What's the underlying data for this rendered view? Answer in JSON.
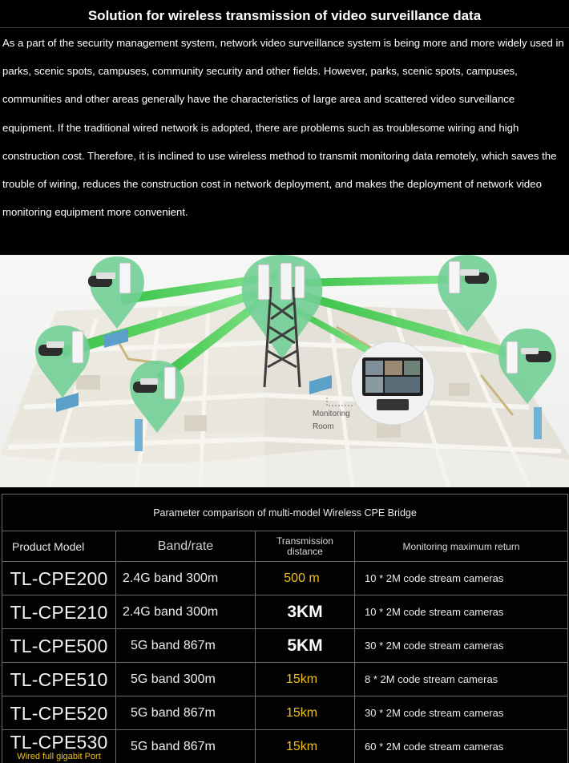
{
  "intro": {
    "title": "Solution for wireless transmission of video surveillance data",
    "body": "As a part of the security management system, network video surveillance system is being more and more widely used in parks, scenic spots, campuses, community security and other fields. However, parks, scenic spots, campuses, communities and other areas generally have the characteristics of large area and scattered video surveillance equipment. If the traditional wired network is adopted, there are problems such as troublesome wiring and high construction cost. Therefore, it is inclined to use wireless method to transmit monitoring data remotely, which saves the trouble of wiring, reduces the construction cost in network deployment, and makes the deployment of network video monitoring equipment more convenient."
  },
  "illustration": {
    "label_line1": "Monitoring",
    "label_line2": "Room",
    "icons": [
      "map-icon",
      "transmission-tower-icon",
      "cpe-bridge-icon",
      "camera-icon",
      "monitor-icon",
      "building-icon"
    ],
    "colors": {
      "link": "#3fcf4a",
      "pin": "#62c98a",
      "map": "#e9e6df"
    }
  },
  "table": {
    "caption": "Parameter comparison of multi-model Wireless CPE Bridge",
    "headers": {
      "model": "Product Model",
      "band": "Band/rate",
      "distance_line1": "Transmission",
      "distance_line2": "distance",
      "monitor": "Monitoring maximum return"
    },
    "rows": [
      {
        "model": "TL-CPE200",
        "band": "2.4G band 300m",
        "distance": "500 m",
        "monitor": "10 * 2M code stream cameras"
      },
      {
        "model": "TL-CPE210",
        "band": "2.4G band 300m",
        "distance": "3KM",
        "monitor": "10 * 2M code stream cameras"
      },
      {
        "model": "TL-CPE500",
        "band": "5G band 867m",
        "distance": "5KM",
        "monitor": "30 * 2M code stream cameras"
      },
      {
        "model": "TL-CPE510",
        "band": "5G band 300m",
        "distance": "15km",
        "monitor": "8 * 2M code stream cameras"
      },
      {
        "model": "TL-CPE520",
        "band": "5G band 867m",
        "distance": "15km",
        "monitor": "30 * 2M code stream cameras"
      },
      {
        "model": "TL-CPE530",
        "model_note": "Wired full gigabit Port",
        "band": "5G band 867m",
        "distance": "15km",
        "monitor": "60 * 2M code stream cameras"
      }
    ],
    "colors": {
      "highlight": "#f2c014",
      "border": "#6c6c6c"
    }
  }
}
